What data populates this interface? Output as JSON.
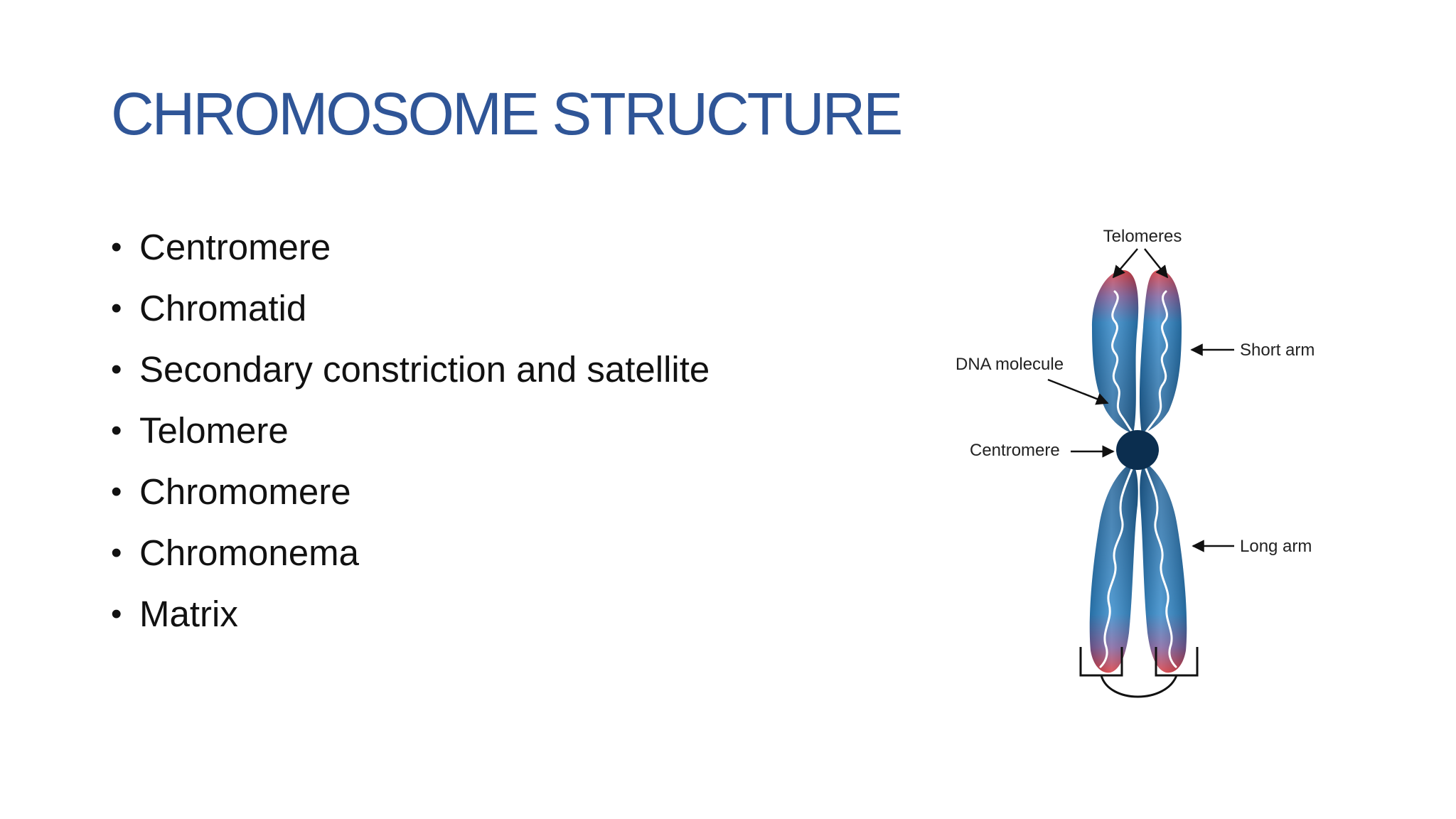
{
  "slide": {
    "title": "CHROMOSOME STRUCTURE",
    "bullet_symbol": "•",
    "bullets": [
      "Centromere",
      "Chromatid",
      "Secondary constriction and satellite",
      "Telomere",
      "Chromomere",
      "Chromonema",
      "Matrix"
    ]
  },
  "diagram": {
    "labels": {
      "telomeres": "Telomeres",
      "short_arm": "Short arm",
      "dna_molecule": "DNA molecule",
      "centromere": "Centromere",
      "long_arm": "Long arm"
    }
  },
  "colors": {
    "title": "#2F5597",
    "chromatid_blue": "#2E86C8",
    "telomere_red": "#D8343A",
    "centromere": "#0B2E4F"
  }
}
